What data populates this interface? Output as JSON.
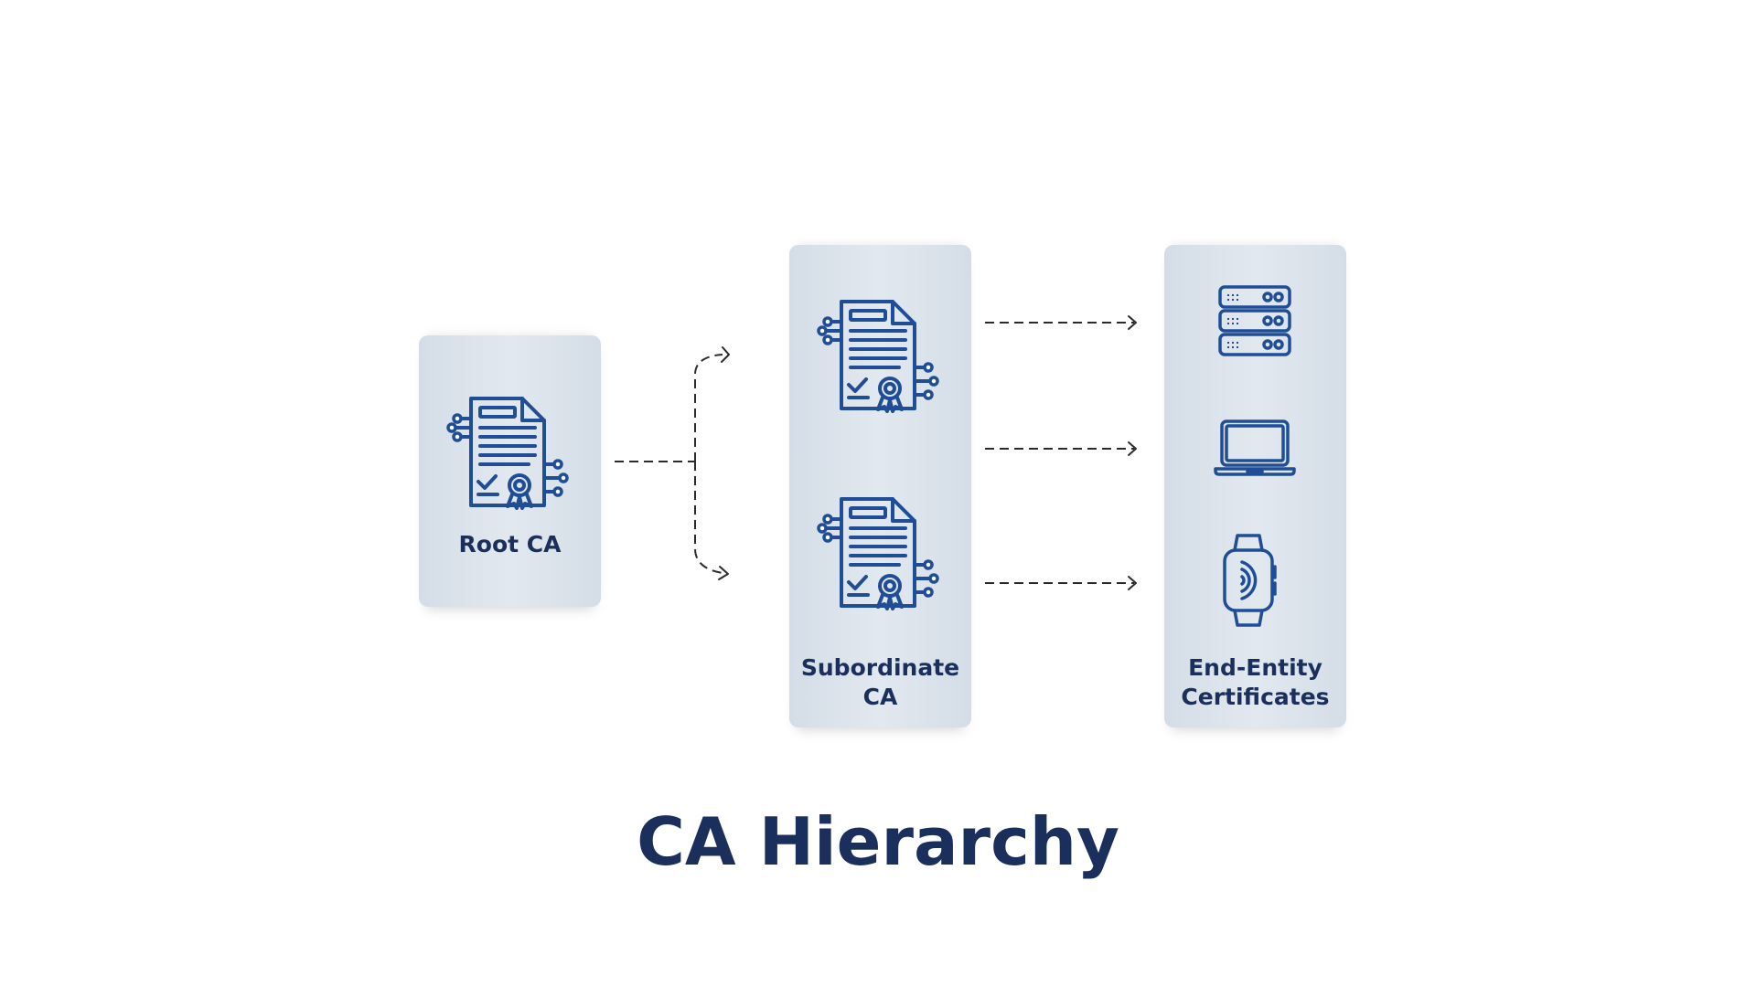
{
  "title": "CA Hierarchy",
  "nodes": {
    "root": {
      "label": "Root CA",
      "icon": "certificate-icon"
    },
    "subordinate": {
      "label_lines": [
        "Subordinate",
        "CA"
      ],
      "icons": [
        "certificate-icon",
        "certificate-icon"
      ]
    },
    "end_entity": {
      "label_lines": [
        "End-Entity",
        "Certificates"
      ],
      "icons": [
        "server-icon",
        "laptop-icon",
        "smartwatch-icon"
      ]
    }
  },
  "edges": [
    {
      "from": "Root CA",
      "to": "Subordinate CA",
      "style": "dashed-arrow"
    },
    {
      "from": "Subordinate CA",
      "to": "End-Entity Certificates",
      "style": "dashed-arrow"
    }
  ],
  "colors": {
    "primary": "#1b2f5c",
    "icon_stroke": "#1f4e96",
    "panel": "#dbe2ea",
    "background": "#ffffff"
  }
}
